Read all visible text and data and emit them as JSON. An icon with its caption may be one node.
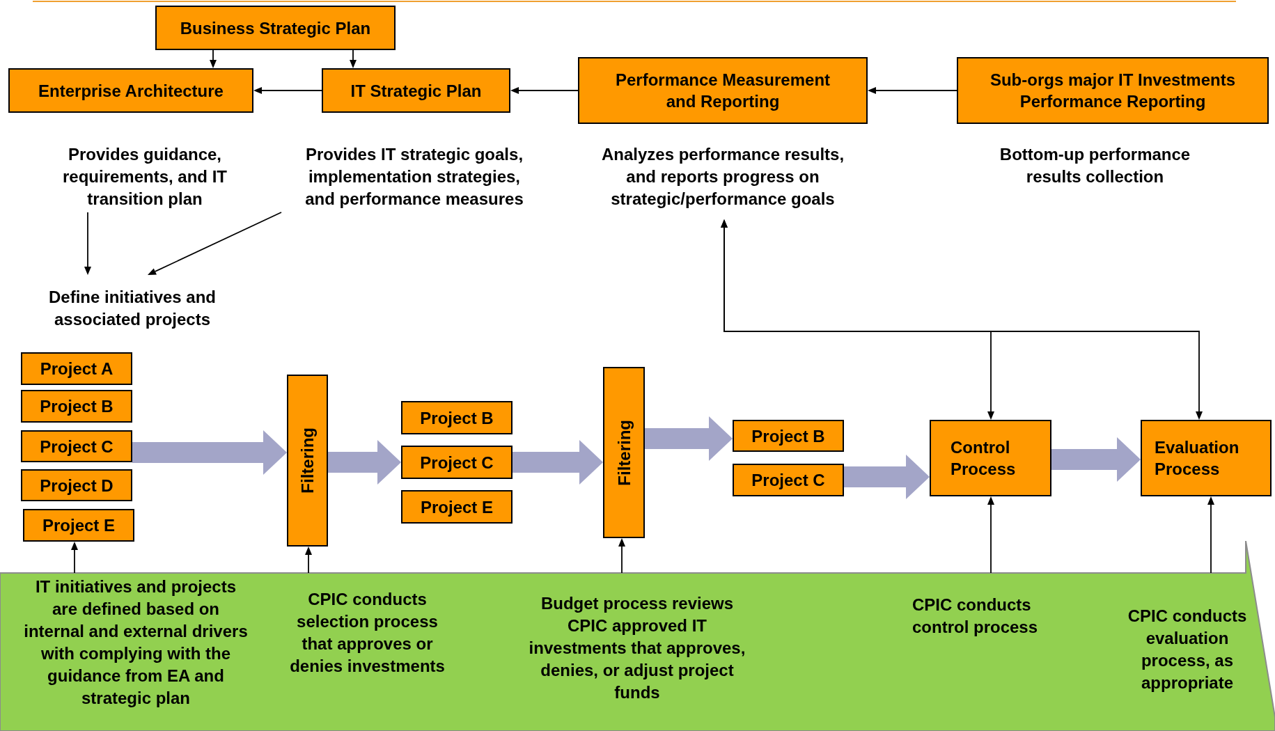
{
  "diagram": {
    "nodes": [
      {
        "text": [
          "Business Strategic Plan"
        ]
      },
      {
        "text": [
          "Enterprise Architecture"
        ]
      },
      {
        "text": [
          "IT Strategic Plan"
        ]
      },
      {
        "text": [
          "Performance Measurement and Reporting"
        ]
      },
      {
        "text": [
          "Sub-orgs major IT Investments Performance Reporting"
        ]
      },
      {
        "text": [
          "Provides guidance, requirements, and IT transition plan"
        ]
      },
      {
        "text": [
          "Provides IT strategic goals, implementation strategies, and performance measures"
        ]
      },
      {
        "text": [
          "Analyzes performance results, and reports progress on strategic/performance goals"
        ]
      },
      {
        "text": [
          "Bottom-up performance results collection"
        ]
      },
      {
        "text": [
          "Define initiatives and associated projects"
        ]
      },
      {
        "text": [
          "Project A"
        ]
      },
      {
        "text": [
          "Project B"
        ]
      },
      {
        "text": [
          "Project C"
        ]
      },
      {
        "text": [
          "Project D"
        ]
      },
      {
        "text": [
          "Project E"
        ]
      },
      {
        "text": [
          "Filtering"
        ]
      },
      {
        "text": [
          "Project B"
        ]
      },
      {
        "text": [
          "Project C"
        ]
      },
      {
        "text": [
          "Project E"
        ]
      },
      {
        "text": [
          "Filtering"
        ]
      },
      {
        "text": [
          "Project B"
        ]
      },
      {
        "text": [
          "Project C"
        ]
      },
      {
        "text": [
          "Control Process"
        ]
      },
      {
        "text": [
          "Evaluation Process"
        ]
      },
      {
        "text": [],
        "shape": "arrow"
      },
      {
        "text": [
          "IT initiatives and projects are defined based on internal and external drivers with complying with the guidance from EA and strategic plan"
        ],
        "in": 24
      },
      {
        "text": [
          "CPIC conducts selection process that approves or denies investments"
        ],
        "in": 24
      },
      {
        "text": [
          "Budget process reviews CPIC approved IT investments that approves, denies, or adjust project funds"
        ],
        "in": 24
      },
      {
        "text": [
          "CPIC conducts control process"
        ],
        "in": 24
      },
      {
        "text": [
          "CPIC conducts evaluation process, as appropriate"
        ],
        "in": 24
      }
    ],
    "edges": [
      {
        "from": 0,
        "to": 1,
        "arrow": "to"
      },
      {
        "from": 0,
        "to": 2,
        "arrow": "to"
      },
      {
        "from": 2,
        "to": 1,
        "arrow": "to"
      },
      {
        "from": 3,
        "to": 2,
        "arrow": "to"
      },
      {
        "from": 4,
        "to": 3,
        "arrow": "to"
      },
      {
        "from": 5,
        "to": 9,
        "arrow": "to"
      },
      {
        "from": 6,
        "to": 9,
        "arrow": "to"
      },
      {
        "from": 22,
        "to": 7,
        "arrow": "both"
      },
      {
        "from": 23,
        "to": 7,
        "arrow": "both"
      },
      {
        "from": 25,
        "to": 14,
        "arrow": "to"
      },
      {
        "from": 26,
        "to": 15,
        "arrow": "to"
      },
      {
        "from": 27,
        "to": 19,
        "arrow": "to"
      },
      {
        "from": 28,
        "to": 22,
        "arrow": "to"
      },
      {
        "from": 29,
        "to": 23,
        "arrow": "to"
      },
      {
        "from": 12,
        "to": 15,
        "arrow": "to",
        "style": "thick",
        "color": "#a3a5c8"
      },
      {
        "from": 15,
        "to": 17,
        "arrow": "to",
        "style": "thick",
        "color": "#a3a5c8"
      },
      {
        "from": 17,
        "to": 19,
        "arrow": "to",
        "style": "thick",
        "color": "#a3a5c8"
      },
      {
        "from": 19,
        "to": 20,
        "arrow": "to",
        "style": "thick",
        "color": "#a3a5c8"
      },
      {
        "from": 21,
        "to": 22,
        "arrow": "to",
        "style": "thick",
        "color": "#a3a5c8"
      },
      {
        "from": 22,
        "to": 23,
        "arrow": "to",
        "style": "thick",
        "color": "#a3a5c8"
      }
    ]
  }
}
